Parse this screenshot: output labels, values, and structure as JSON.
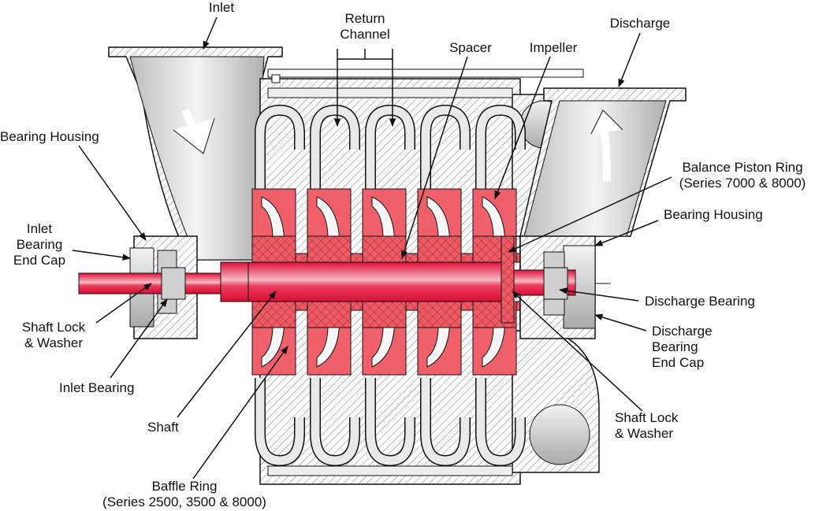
{
  "labels": {
    "inlet": "Inlet",
    "return_channel": [
      "Return",
      "Channel"
    ],
    "spacer": "Spacer",
    "impeller": "Impeller",
    "discharge": "Discharge",
    "bearing_housing_left": "Bearing Housing",
    "balance_piston_ring": [
      "Balance Piston Ring",
      "(Series 7000 & 8000)"
    ],
    "bearing_housing_right": "Bearing Housing",
    "inlet_bearing_end_cap": [
      "Inlet",
      "Bearing",
      "End Cap"
    ],
    "discharge_bearing": "Discharge Bearing",
    "discharge_bearing_end_cap": [
      "Discharge",
      "Bearing",
      "End Cap"
    ],
    "shaft_lock_washer_left": [
      "Shaft Lock",
      "& Washer"
    ],
    "inlet_bearing": "Inlet Bearing",
    "shaft": "Shaft",
    "shaft_lock_washer_right": [
      "Shaft Lock",
      "& Washer"
    ],
    "baffle_ring": [
      "Baffle Ring",
      "(Series 2500, 3500 & 8000)"
    ]
  },
  "colors": {
    "rotating_parts": "#e8143c",
    "impeller": "#f0606a",
    "casing": "#d9d9d9",
    "outline": "#111111"
  }
}
